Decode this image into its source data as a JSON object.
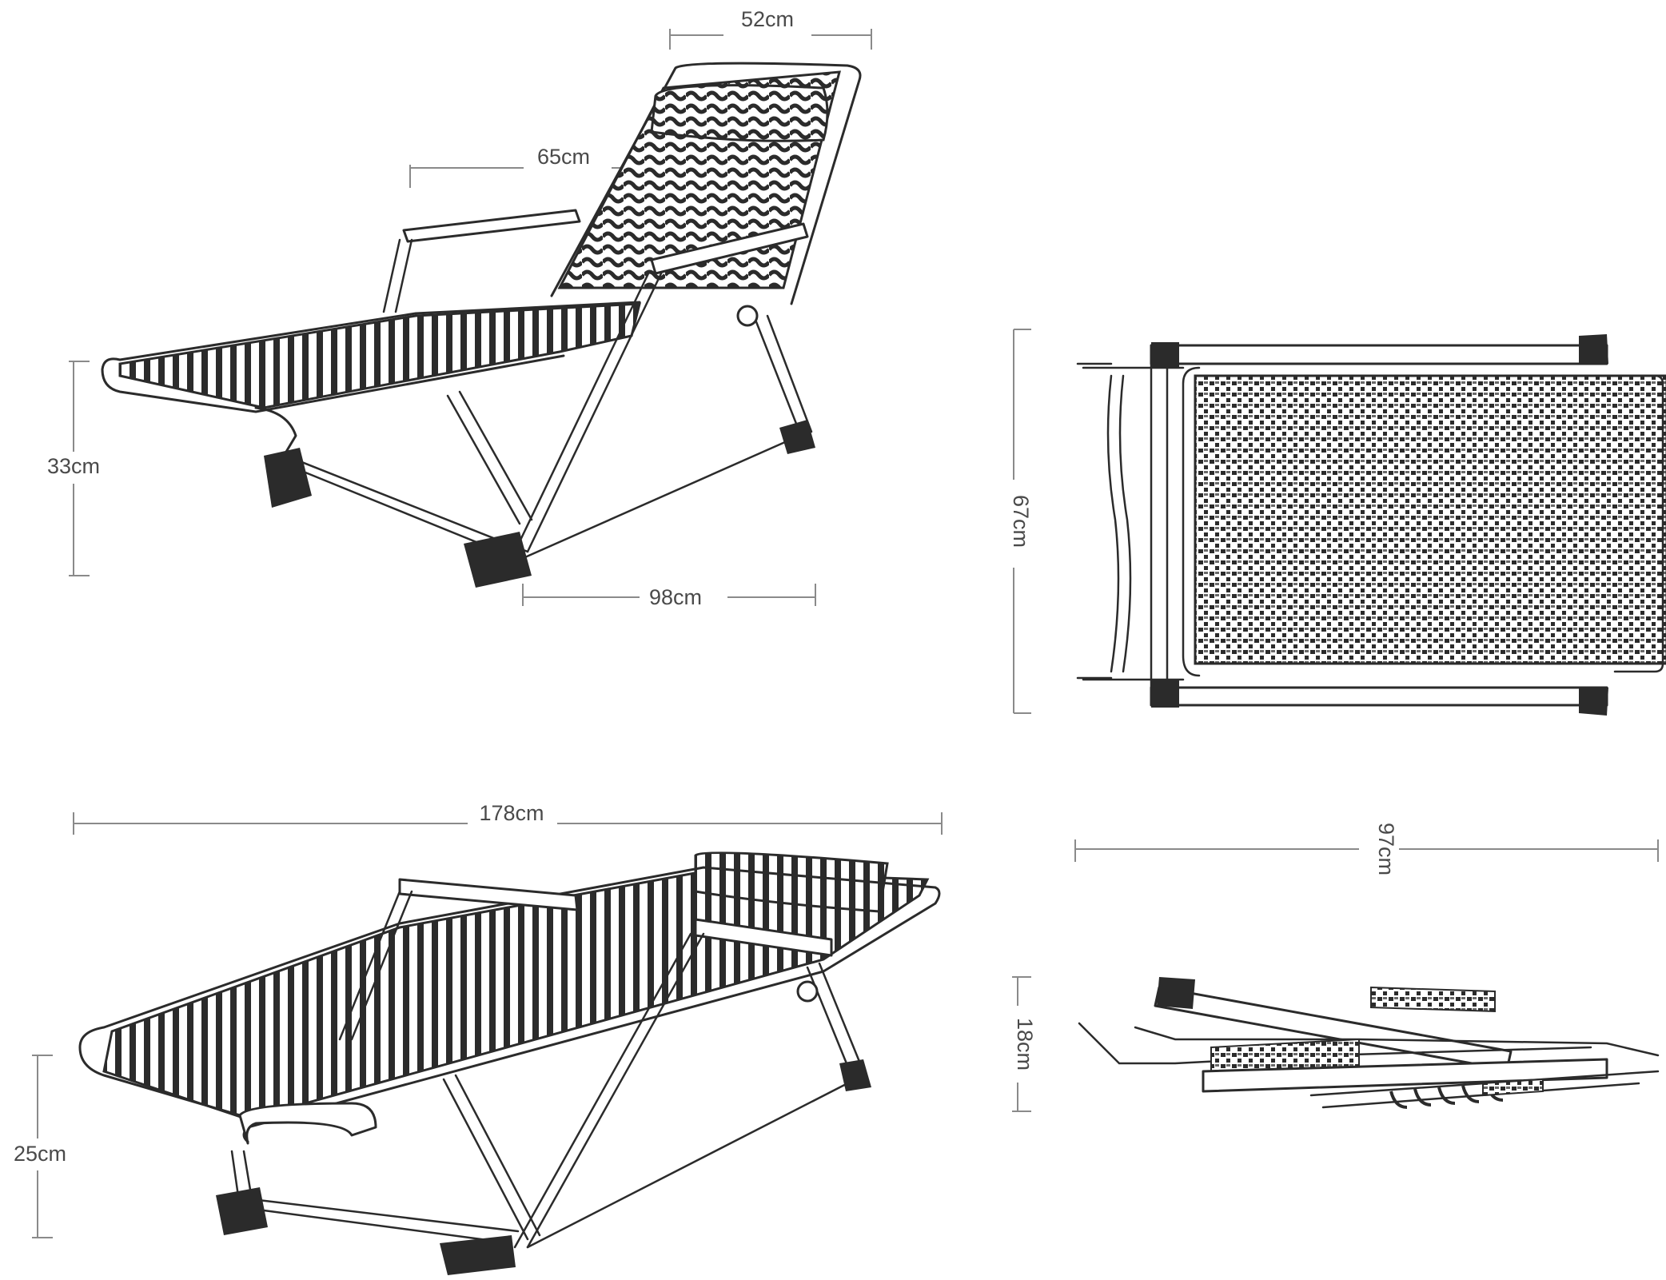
{
  "dimensions": {
    "headrest_width": "52cm",
    "armrest_width": "65cm",
    "seat_height_reclined": "33cm",
    "seat_length": "98cm",
    "folded_width": "67cm",
    "total_length": "178cm",
    "folded_length": "97cm",
    "folded_thickness": "18cm",
    "seat_height_flat": "25cm"
  },
  "colors": {
    "line": "#2b2b2b",
    "dimension": "#8a8a8a",
    "text": "#4a4a4a",
    "background": "#ffffff"
  }
}
